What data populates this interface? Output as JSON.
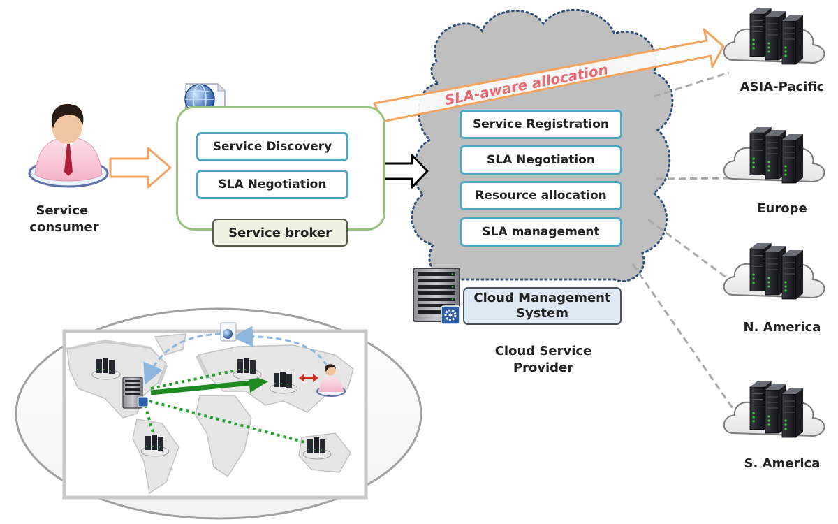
{
  "consumer": {
    "label": "Service\nconsumer"
  },
  "broker": {
    "label": "Service broker",
    "boxes": [
      "Service Discovery",
      "SLA Negotiation"
    ]
  },
  "provider": {
    "boxes": [
      "Service Registration",
      "SLA Negotiation",
      "Resource allocation",
      "SLA management"
    ],
    "cms_label": "Cloud Management\nSystem",
    "caption": "Cloud Service\nProvider"
  },
  "allocation_arrow": {
    "label": "SLA-aware allocation"
  },
  "datacenters": [
    "ASIA-Pacific",
    "Europe",
    "N. America",
    "S. America"
  ],
  "icons": [
    "user-icon",
    "globe-document-icon",
    "server-rack-icon",
    "server-cluster-icon",
    "world-map-icon"
  ],
  "colors": {
    "service_box_border": "#4fa7c3",
    "broker_border": "#97c27a",
    "allocation_arrow": "#f2a35e",
    "allocation_text": "#e86a73",
    "cloud_fill": "#bfbfbf",
    "route_green": "#21a32b"
  }
}
